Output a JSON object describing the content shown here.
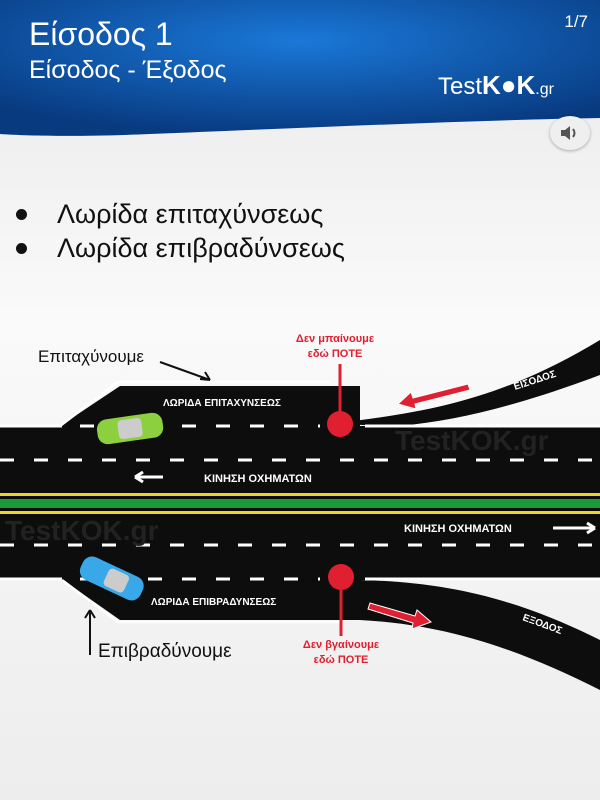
{
  "header": {
    "title": "Είσοδος 1",
    "subtitle": "Είσοδος - Έξοδος",
    "counter": "1/7",
    "logo": {
      "test": "Test",
      "kok": "K●K",
      ".gr": ".gr"
    }
  },
  "sound_button": {
    "icon": "speaker-icon"
  },
  "bullets": [
    "Λωρίδα επιταχύνσεως",
    "Λωρίδα επιβραδύνσεως"
  ],
  "diagram": {
    "accelerate_label": "Επιταχύνουμε",
    "decelerate_label": "Επιβραδύνουμε",
    "never_enter": [
      "Δεν μπαίνουμε",
      "εδώ ΠΟΤΕ"
    ],
    "never_exit": [
      "Δεν βγαίνουμε",
      "εδώ ΠΟΤΕ"
    ],
    "accel_lane": "ΛΩΡΙΔΑ ΕΠΙΤΑΧΥΝΣΕΩΣ",
    "decel_lane": "ΛΩΡΙΔΑ ΕΠΙΒΡΑΔΥΝΣΕΩΣ",
    "traffic_left": "ΚΙΝΗΣΗ ΟΧΗΜΑΤΩΝ",
    "traffic_right": "ΚΙΝΗΣΗ ΟΧΗΜΑΤΩΝ",
    "entry": "ΕΙΣΟΔΟΣ",
    "exit": "ΕΞΟΔΟΣ",
    "watermark": "TestKOK.gr"
  },
  "colors": {
    "header_blue": "#0d5bb0",
    "warning_red": "#e02030",
    "road": "#0d0d0d",
    "median_green": "#1a9a3a",
    "median_yellow": "#e8d820"
  }
}
